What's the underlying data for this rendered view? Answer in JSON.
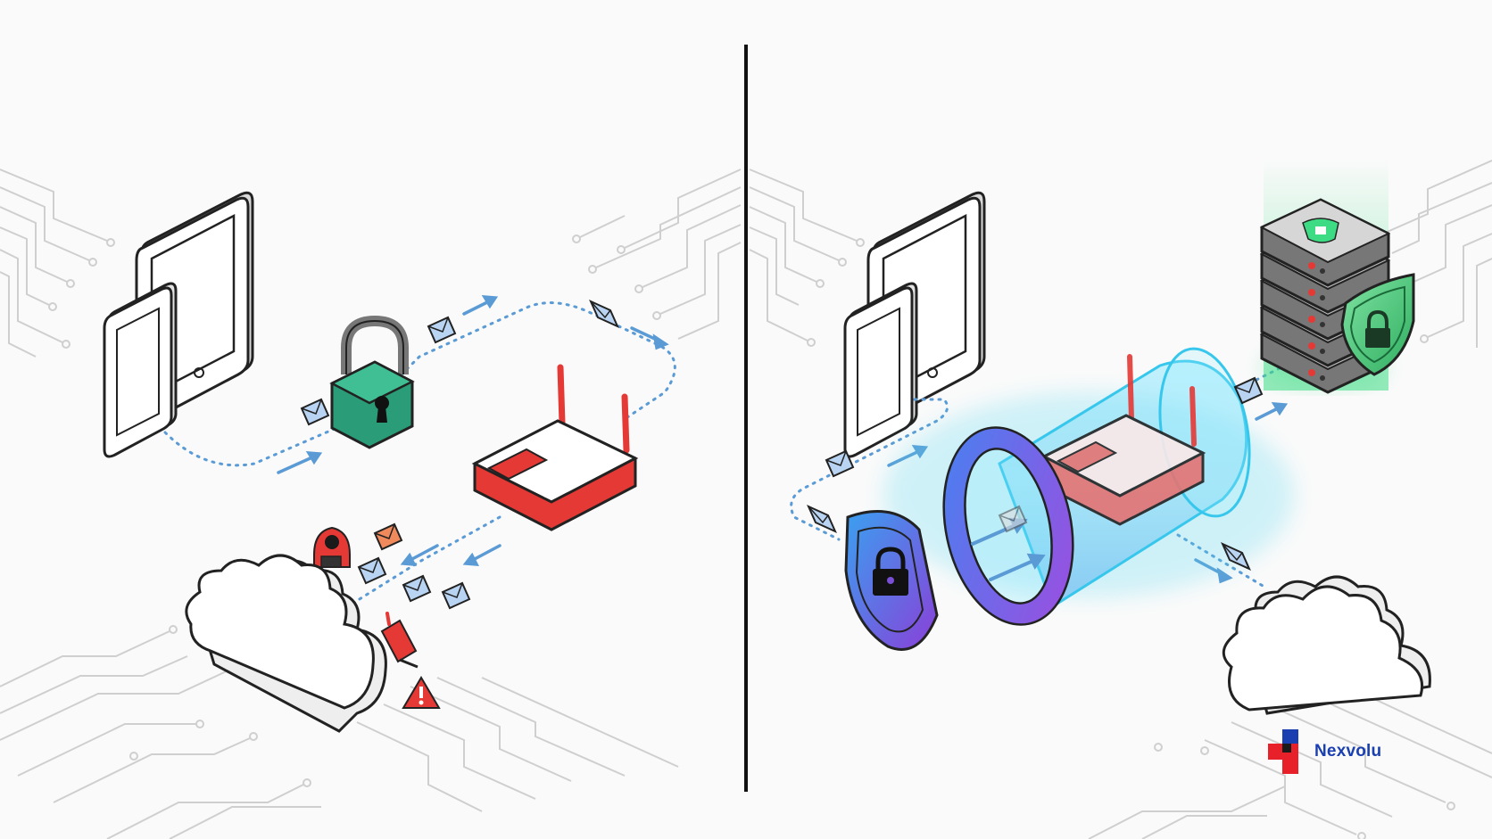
{
  "brand": {
    "name": "Nexvolu",
    "colors": {
      "red": "#e8202a",
      "blue": "#1a3fb0"
    }
  },
  "panels": {
    "left": {
      "theme": "unprotected network connection",
      "icons": [
        "phone-icon",
        "tablet-icon",
        "padlock-icon",
        "router-icon",
        "cloud-icon",
        "hacker-icon",
        "warning-icon",
        "intruder-icon",
        "envelope-icon"
      ]
    },
    "right": {
      "theme": "VPN tunnel protected connection",
      "icons": [
        "phone-icon",
        "tablet-icon",
        "shield-lock-icon",
        "vpn-tunnel",
        "router-icon",
        "server-stack-icon",
        "cloud-icon",
        "envelope-icon"
      ]
    }
  },
  "colors": {
    "line": "#222222",
    "circuit": "#c9c9c9",
    "flow_dots": "#5b9bd5",
    "arrow": "#5b9bd5",
    "envelope": "#b9d4f2",
    "padlock": "#2a9d78",
    "router": "#e53935",
    "threat": "#e53935",
    "tunnel": "#4fd6f0",
    "shield": "#7a4fd6",
    "server_glow": "#3ddc84",
    "server_shield": "#43c26e"
  }
}
